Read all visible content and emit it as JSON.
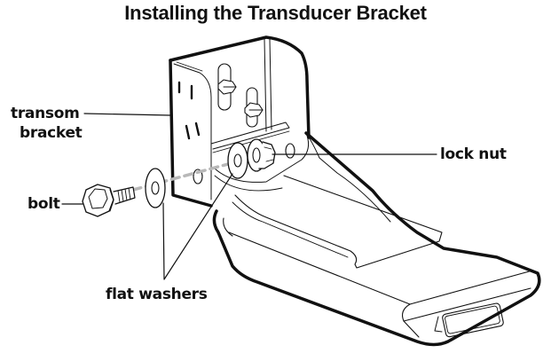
{
  "title": "Installing the Transducer Bracket",
  "labels": {
    "transom_bracket_line1": "transom",
    "transom_bracket_line2": "bracket",
    "bolt": "bolt",
    "lock_nut": "lock nut",
    "flat_washers": "flat washers"
  },
  "colors": {
    "ink": "#111111",
    "dashed_axis": "#b8b8b8",
    "background": "#ffffff"
  }
}
